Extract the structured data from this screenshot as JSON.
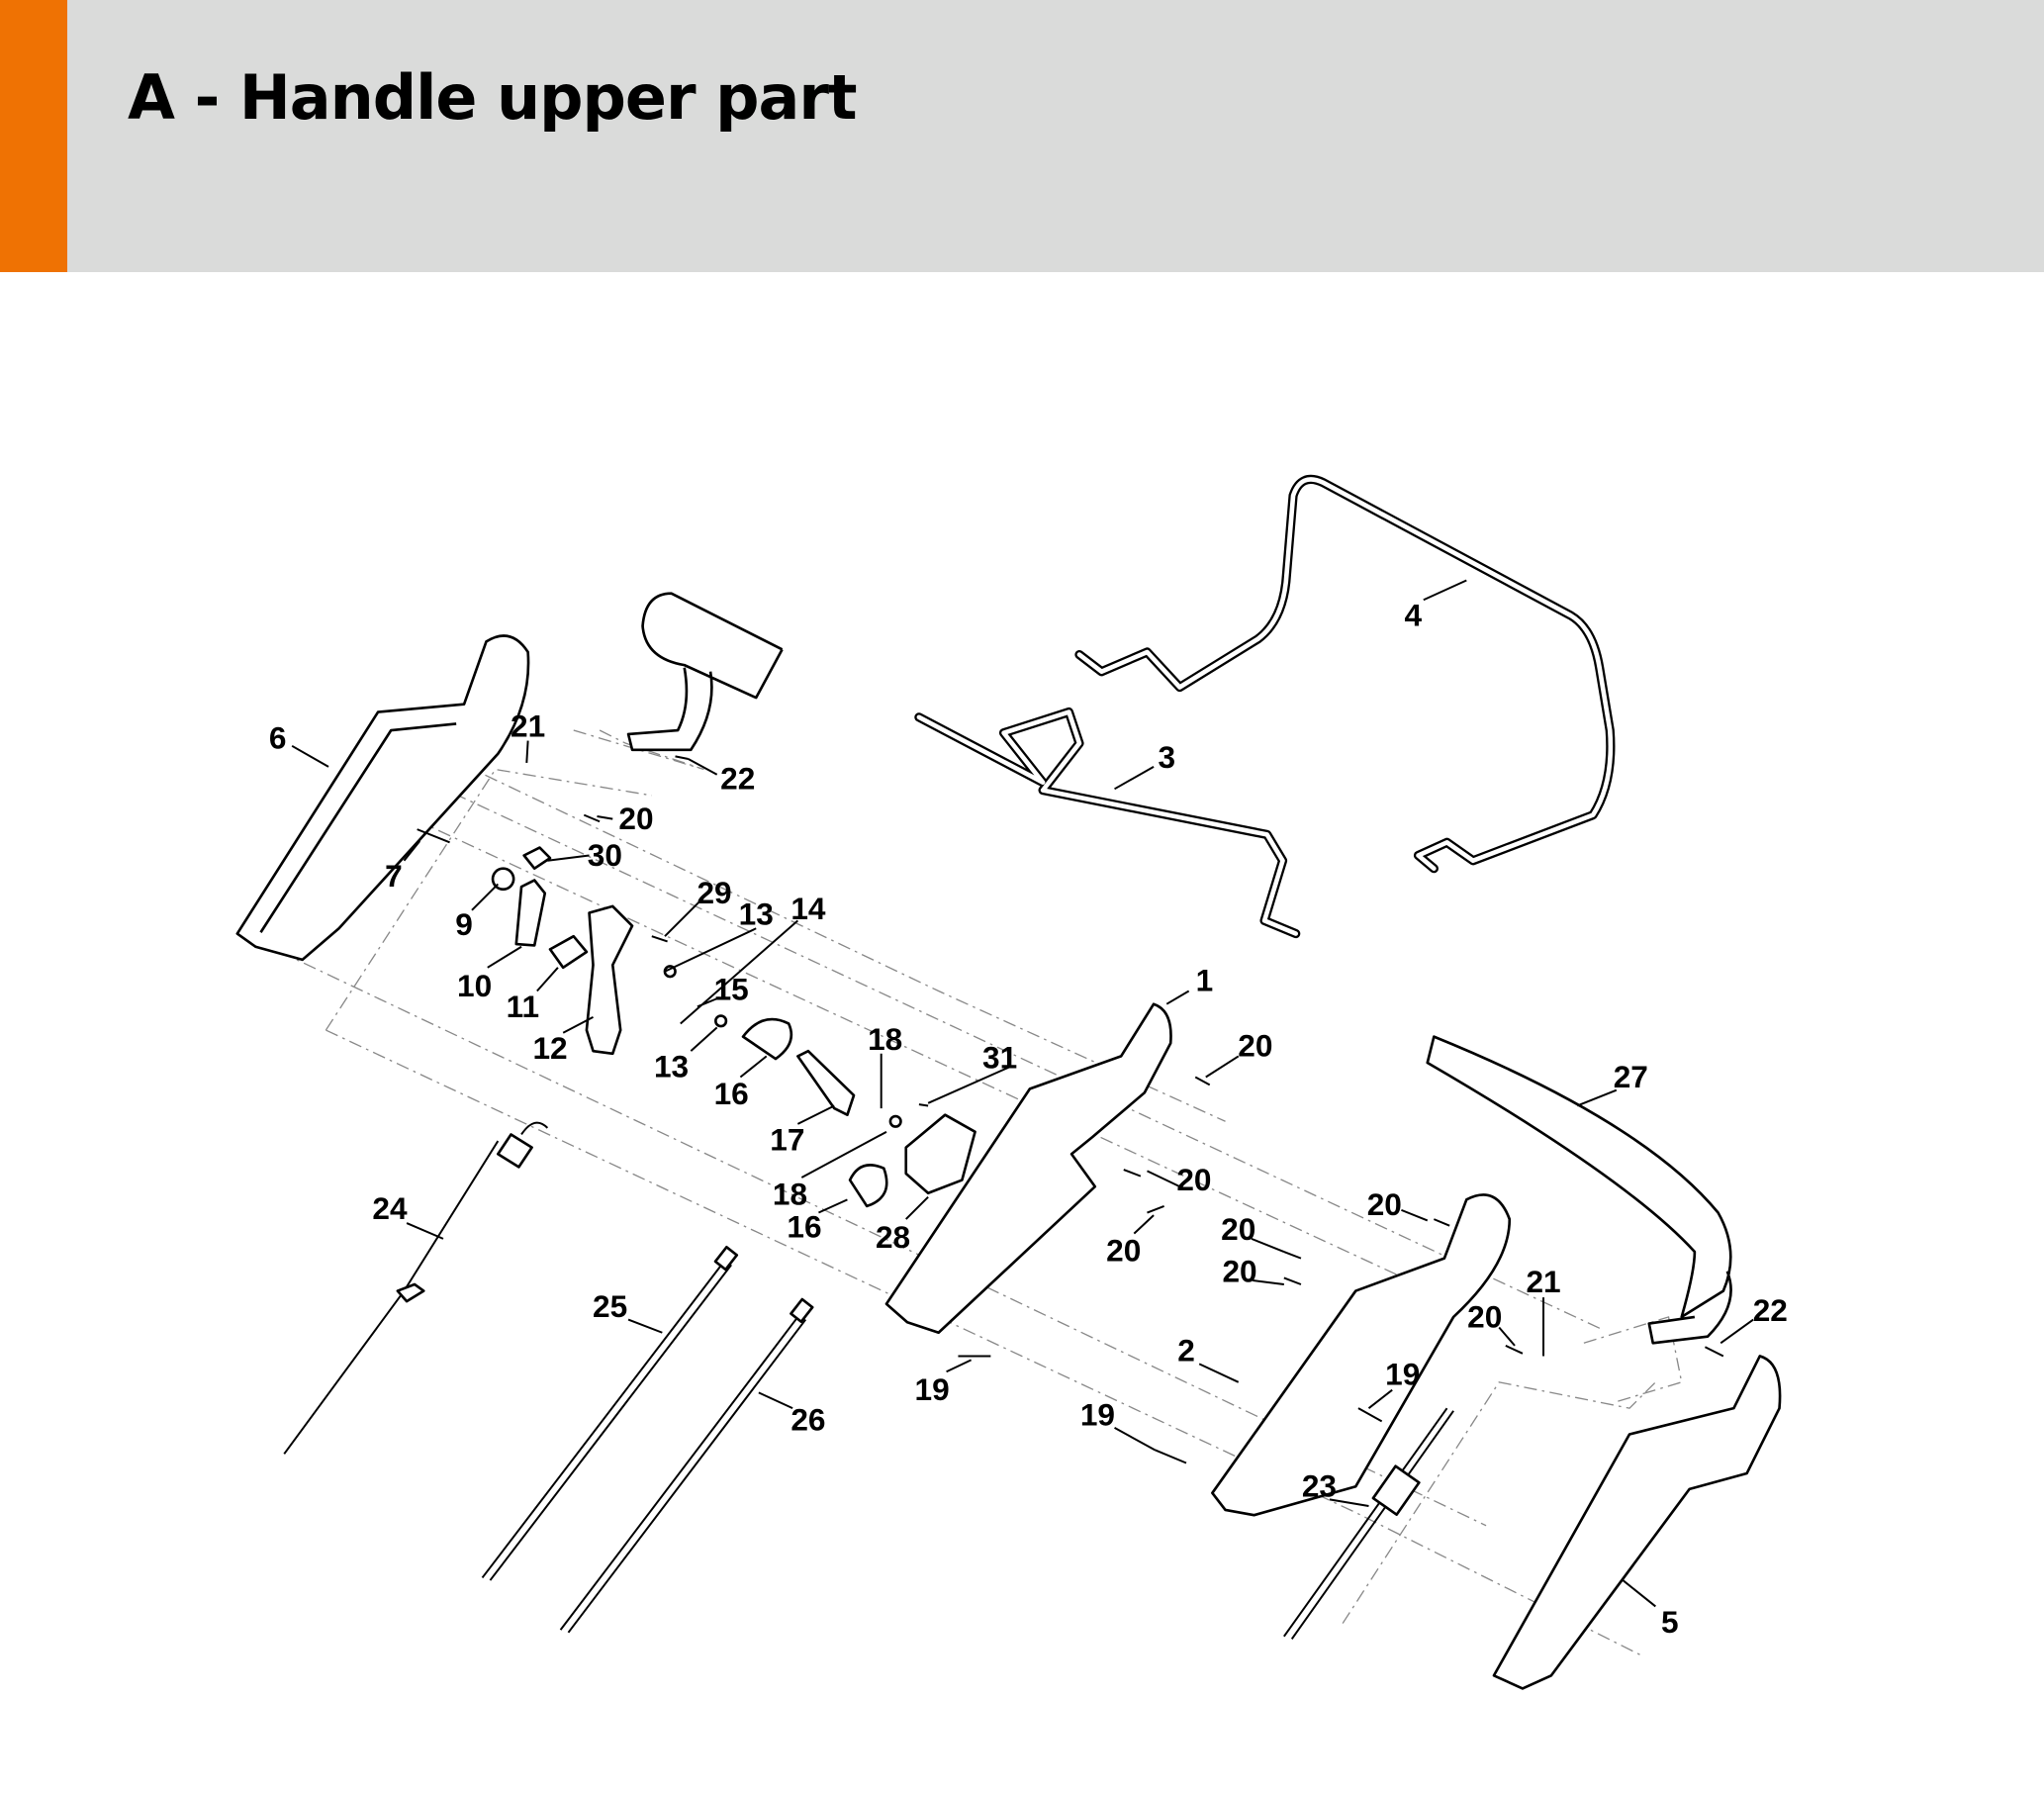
{
  "header": {
    "title": "A - Handle upper part",
    "accent_color": "#ef7203",
    "background_color": "#dadbda"
  },
  "callouts": [
    "6",
    "21",
    "22",
    "20",
    "30",
    "7",
    "29",
    "13",
    "14",
    "9",
    "10",
    "11",
    "15",
    "12",
    "13",
    "16",
    "18",
    "17",
    "31",
    "1",
    "20",
    "18",
    "16",
    "28",
    "20",
    "20",
    "3",
    "4",
    "27",
    "20",
    "20",
    "20",
    "21",
    "22",
    "20",
    "2",
    "19",
    "19",
    "19",
    "23",
    "24",
    "25",
    "26",
    "5"
  ]
}
